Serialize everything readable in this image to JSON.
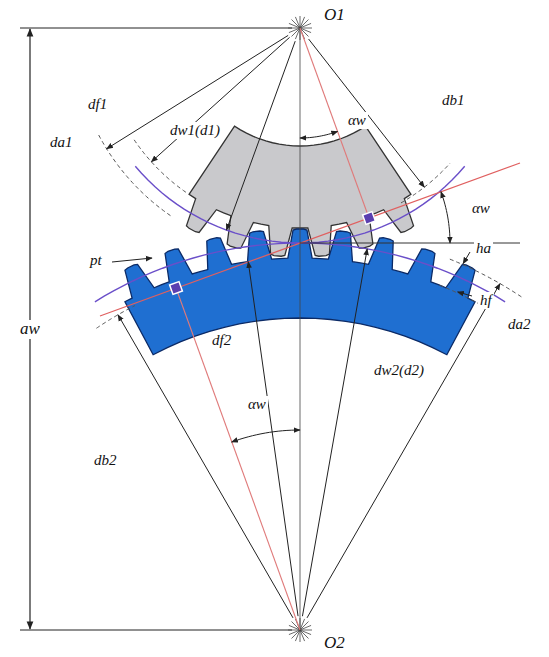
{
  "diagram": {
    "labels": [
      "O1",
      "df1",
      "db1",
      "da1",
      "dw1(d1)",
      "αw",
      "αw",
      "pt",
      "ha",
      "hf",
      "da2",
      "df2",
      "dw2(d2)",
      "αw",
      "db2",
      "aw",
      "O2"
    ]
  }
}
